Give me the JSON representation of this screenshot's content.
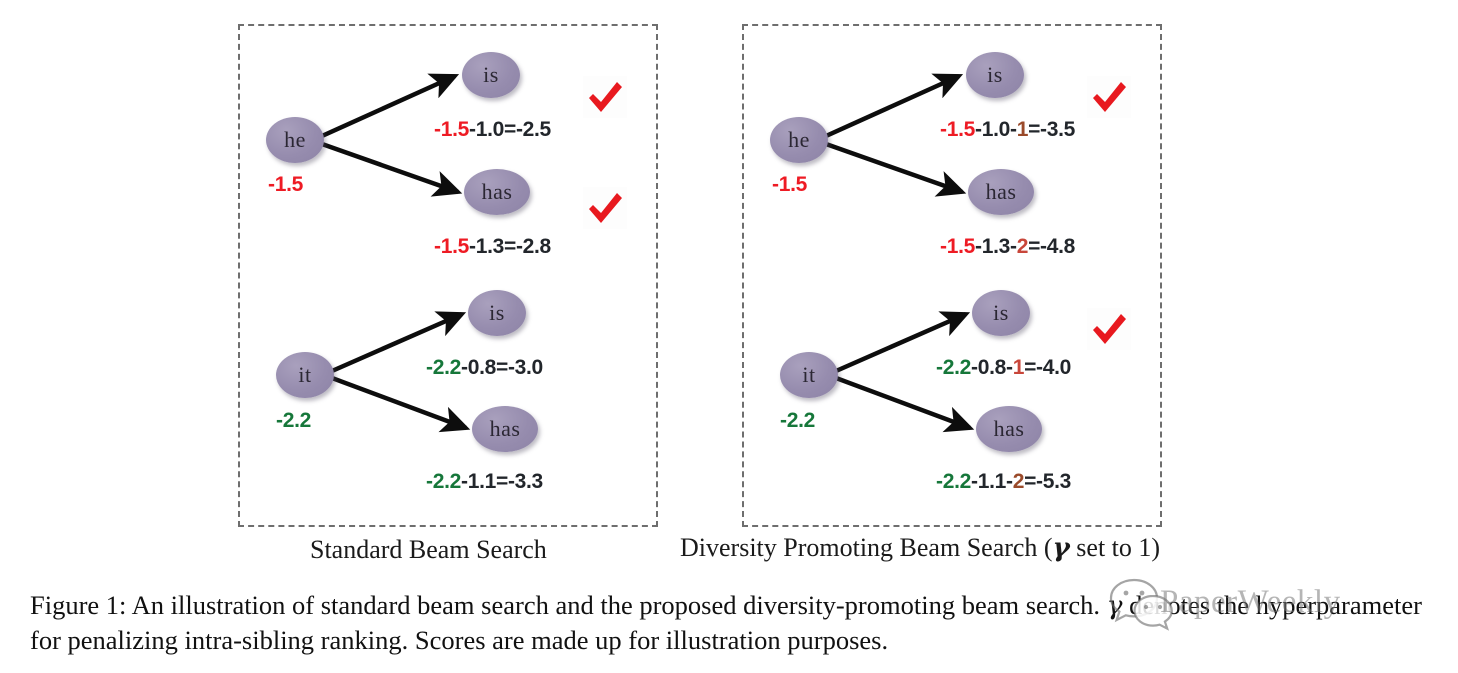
{
  "figure": {
    "caption_line1_a": "Figure 1: An illustration of standard beam search and the proposed diversity-promoting beam search. ",
    "caption_gamma": "γ",
    "caption_line1_b": " denotes the",
    "caption_line2": "hyperparameter for penalizing intra-sibling ranking. Scores are made up for illustration purposes."
  },
  "panels": [
    {
      "id": "standard",
      "caption": "Standard Beam Search",
      "trees": [
        {
          "root": {
            "label": "he",
            "score": "-1.5",
            "score_color": "red"
          },
          "children": [
            {
              "label": "is",
              "checked": true,
              "score_parts": [
                {
                  "text": "-1.5",
                  "color": "red"
                },
                {
                  "text": "-1.0=-2.5",
                  "color": "dark"
                }
              ]
            },
            {
              "label": "has",
              "checked": true,
              "score_parts": [
                {
                  "text": "-1.5",
                  "color": "red"
                },
                {
                  "text": "-1.3=-2.8",
                  "color": "dark"
                }
              ]
            }
          ]
        },
        {
          "root": {
            "label": "it",
            "score": "-2.2",
            "score_color": "green"
          },
          "children": [
            {
              "label": "is",
              "checked": false,
              "score_parts": [
                {
                  "text": "-2.2",
                  "color": "green"
                },
                {
                  "text": "-0.8=-3.0",
                  "color": "dark"
                }
              ]
            },
            {
              "label": "has",
              "checked": false,
              "score_parts": [
                {
                  "text": "-2.2",
                  "color": "green"
                },
                {
                  "text": "-1.1=-3.3",
                  "color": "dark"
                }
              ]
            }
          ]
        }
      ]
    },
    {
      "id": "diverse",
      "caption_a": "Diversity Promoting Beam Search (",
      "caption_gamma": "γ",
      "caption_b": " set to 1)",
      "trees": [
        {
          "root": {
            "label": "he",
            "score": "-1.5",
            "score_color": "red"
          },
          "children": [
            {
              "label": "is",
              "checked": true,
              "score_parts": [
                {
                  "text": "-1.5",
                  "color": "red"
                },
                {
                  "text": "-1.0-",
                  "color": "dark"
                },
                {
                  "text": "1",
                  "color": "brown"
                },
                {
                  "text": "=-3.5",
                  "color": "dark"
                }
              ]
            },
            {
              "label": "has",
              "checked": false,
              "score_parts": [
                {
                  "text": "-1.5",
                  "color": "red"
                },
                {
                  "text": "-1.3-",
                  "color": "dark"
                },
                {
                  "text": "2",
                  "color": "pen-red"
                },
                {
                  "text": "=-4.8",
                  "color": "dark"
                }
              ]
            }
          ]
        },
        {
          "root": {
            "label": "it",
            "score": "-2.2",
            "score_color": "green"
          },
          "children": [
            {
              "label": "is",
              "checked": true,
              "score_parts": [
                {
                  "text": "-2.2",
                  "color": "green"
                },
                {
                  "text": "-0.8-",
                  "color": "dark"
                },
                {
                  "text": "1",
                  "color": "pen-red"
                },
                {
                  "text": "=-4.0",
                  "color": "dark"
                }
              ]
            },
            {
              "label": "has",
              "checked": false,
              "score_parts": [
                {
                  "text": "-2.2",
                  "color": "green"
                },
                {
                  "text": "-1.1-",
                  "color": "dark"
                },
                {
                  "text": "2",
                  "color": "brown"
                },
                {
                  "text": "=-5.3",
                  "color": "dark"
                }
              ]
            }
          ]
        }
      ]
    }
  ],
  "colors": {
    "node_fill": "#968cae",
    "node_text": "#2b2733",
    "score_red": "#ee1b24",
    "score_green": "#16773a",
    "score_brown": "#9a4a2a",
    "score_dark": "#22262b",
    "check_red": "#e8191f",
    "panel_border": "#6e6e6e"
  },
  "watermark": {
    "text": "PaperWeekly",
    "logo": "wechat-bubbles-icon"
  }
}
